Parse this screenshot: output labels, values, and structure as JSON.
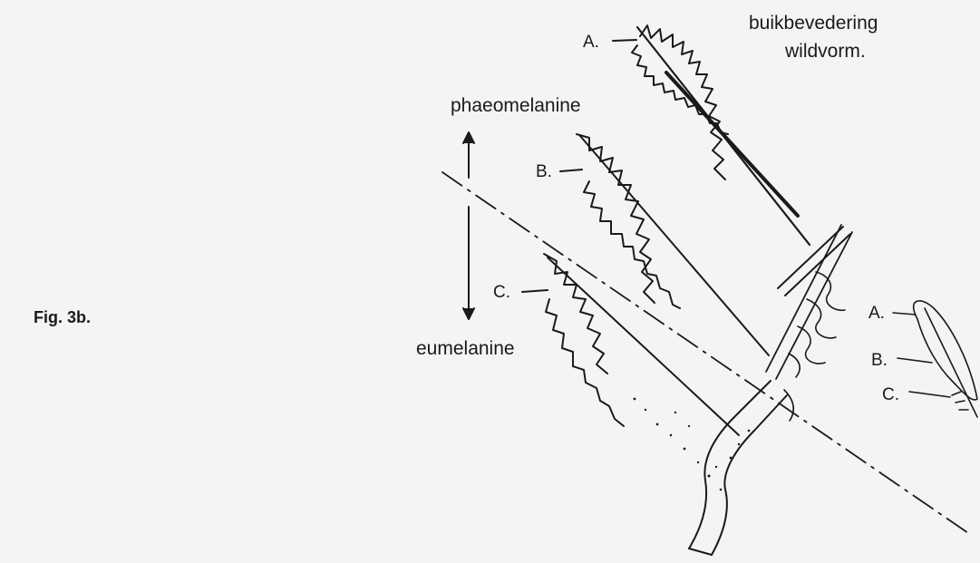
{
  "figure": {
    "label": "Fig. 3b.",
    "title_line1": "buikbevedering",
    "title_line2": "wildvorm.",
    "pigment_top": "phaeomelanine",
    "pigment_bottom": "eumelanine",
    "barb_labels": [
      "A.",
      "B.",
      "C."
    ],
    "small_feather_labels": [
      "A.",
      "B.",
      "C."
    ]
  },
  "colors": {
    "ink": "#1a1a1a",
    "paper": "#f4f4f2"
  }
}
